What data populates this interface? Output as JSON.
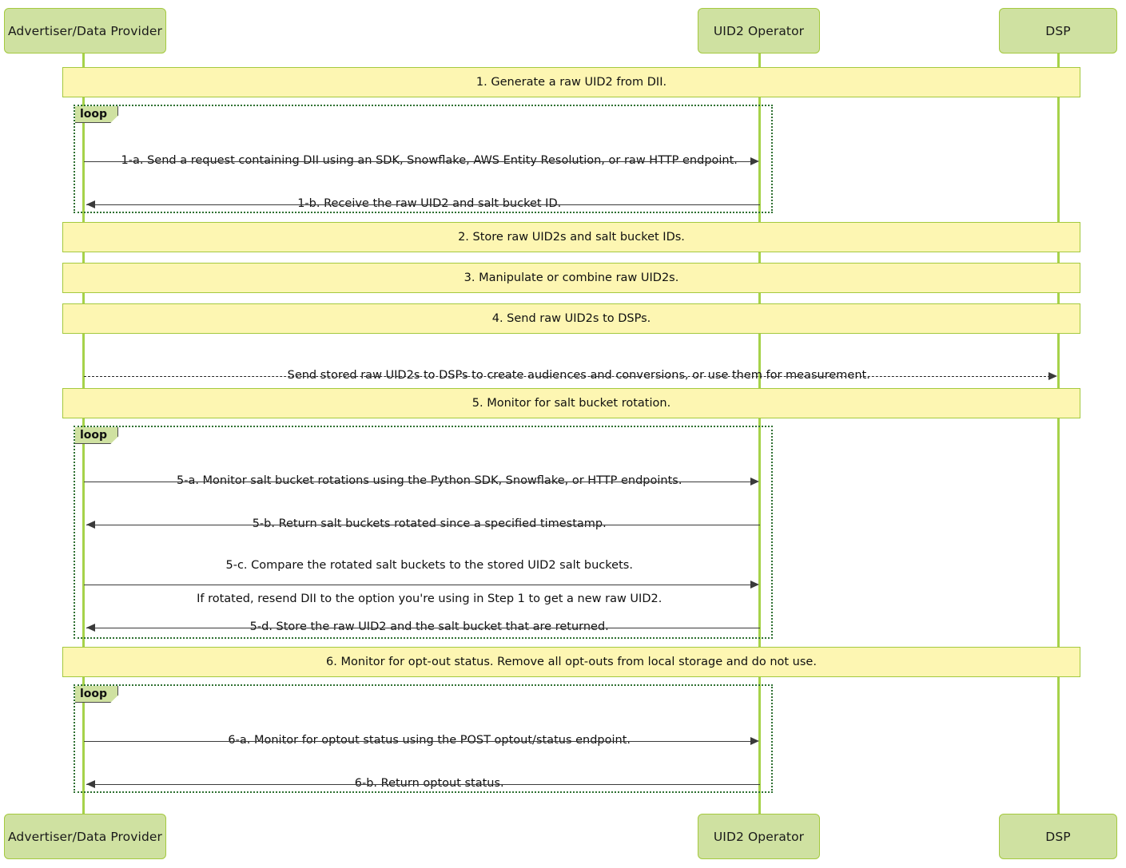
{
  "diagram": {
    "type": "uml-sequence-diagram",
    "title": "UID2 Advertiser / Data Provider raw UID2 workflow",
    "colors": {
      "participant_fill": "#cfe1a1",
      "participant_border": "#a4c93f",
      "lifeline": "#a6d24a",
      "note_fill": "#fdf6b2",
      "note_border": "#a4c93f",
      "loop_border": "#2e7031",
      "arrow": "#3a3a3a",
      "text": "#101010"
    }
  },
  "participants": [
    {
      "id": "advertiser",
      "label": "Advertiser/Data Provider"
    },
    {
      "id": "operator",
      "label": "UID2 Operator"
    },
    {
      "id": "dsp",
      "label": "DSP"
    }
  ],
  "steps": [
    {
      "id": "step-1",
      "kind": "note",
      "label": "1. Generate a raw UID2 from DII."
    },
    {
      "id": "loop-1",
      "kind": "loop",
      "label": "loop",
      "messages": [
        {
          "id": "msg-1a",
          "from": "advertiser",
          "to": "operator",
          "direction": "right",
          "style": "solid",
          "lines": [
            "1-a. Send a request containing DII using an SDK, Snowflake, AWS Entity Resolution, or raw HTTP endpoint."
          ]
        },
        {
          "id": "msg-1b",
          "from": "operator",
          "to": "advertiser",
          "direction": "left",
          "style": "solid",
          "lines": [
            "1-b. Receive the raw UID2 and salt bucket ID."
          ]
        }
      ]
    },
    {
      "id": "step-2",
      "kind": "note",
      "label": "2. Store raw UID2s and salt bucket IDs."
    },
    {
      "id": "step-3",
      "kind": "note",
      "label": "3. Manipulate or combine raw UID2s."
    },
    {
      "id": "step-4",
      "kind": "note",
      "label": "4. Send raw UID2s to DSPs."
    },
    {
      "id": "msg-4-dsp",
      "kind": "message",
      "from": "advertiser",
      "to": "dsp",
      "direction": "right",
      "style": "dashed",
      "lines": [
        "Send stored raw UID2s to DSPs to create audiences and conversions, or use them for measurement."
      ]
    },
    {
      "id": "step-5",
      "kind": "note",
      "label": "5. Monitor for salt bucket rotation."
    },
    {
      "id": "loop-2",
      "kind": "loop",
      "label": "loop",
      "messages": [
        {
          "id": "msg-5a",
          "from": "advertiser",
          "to": "operator",
          "direction": "right",
          "style": "solid",
          "lines": [
            "5-a. Monitor salt bucket rotations using the Python SDK, Snowflake, or HTTP endpoints."
          ]
        },
        {
          "id": "msg-5b",
          "from": "operator",
          "to": "advertiser",
          "direction": "left",
          "style": "solid",
          "lines": [
            "5-b. Return salt buckets rotated since a specified timestamp."
          ]
        },
        {
          "id": "msg-5c",
          "from": "advertiser",
          "to": "operator",
          "direction": "right",
          "style": "solid",
          "lines": [
            "5-c. Compare the rotated salt buckets to the stored UID2 salt buckets.",
            "If rotated, resend DII to the option you're using in Step 1 to get a new raw UID2."
          ]
        },
        {
          "id": "msg-5d",
          "from": "operator",
          "to": "advertiser",
          "direction": "left",
          "style": "solid",
          "lines": [
            "5-d. Store the raw UID2 and the salt bucket that are returned."
          ]
        }
      ]
    },
    {
      "id": "step-6",
      "kind": "note",
      "label": "6. Monitor for opt-out status. Remove all opt-outs from local storage and do not use."
    },
    {
      "id": "loop-3",
      "kind": "loop",
      "label": "loop",
      "messages": [
        {
          "id": "msg-6a",
          "from": "advertiser",
          "to": "operator",
          "direction": "right",
          "style": "solid",
          "lines": [
            "6-a. Monitor for optout status using the POST optout/status endpoint."
          ]
        },
        {
          "id": "msg-6b",
          "from": "operator",
          "to": "advertiser",
          "direction": "left",
          "style": "solid",
          "lines": [
            "6-b. Return optout status."
          ]
        }
      ]
    }
  ],
  "labels": {
    "loop": "loop",
    "note_1": "1. Generate a raw UID2 from DII.",
    "msg_1a": "1-a. Send a request containing DII using an SDK, Snowflake, AWS Entity Resolution, or raw HTTP endpoint.",
    "msg_1b": "1-b. Receive the raw UID2 and salt bucket ID.",
    "note_2": "2. Store raw UID2s and salt bucket IDs.",
    "note_3": "3. Manipulate or combine raw UID2s.",
    "note_4": "4. Send raw UID2s to DSPs.",
    "msg_4": "Send stored raw UID2s to DSPs to create audiences and conversions, or use them for measurement.",
    "note_5": "5. Monitor for salt bucket rotation.",
    "msg_5a": "5-a. Monitor salt bucket rotations using the Python SDK, Snowflake, or HTTP endpoints.",
    "msg_5b": "5-b. Return salt buckets rotated since a specified timestamp.",
    "msg_5c_line1": "5-c. Compare the rotated salt buckets to the stored UID2 salt buckets.",
    "msg_5c_line2": "If rotated, resend DII to the option you're using in Step 1 to get a new raw UID2.",
    "msg_5d": "5-d. Store the raw UID2 and the salt bucket that are returned.",
    "note_6": "6. Monitor for opt-out status. Remove all opt-outs from local storage and do not use.",
    "msg_6a": "6-a. Monitor for optout status using the POST optout/status endpoint.",
    "msg_6b": "6-b. Return optout status.",
    "participant_advertiser": "Advertiser/Data Provider",
    "participant_operator": "UID2 Operator",
    "participant_dsp": "DSP"
  }
}
